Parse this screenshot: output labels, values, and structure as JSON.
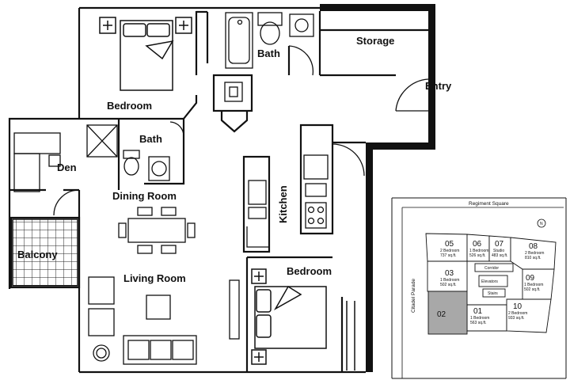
{
  "rooms": {
    "bath_top": "Bath",
    "storage": "Storage",
    "entry": "Entry",
    "bedroom_top": "Bedroom",
    "bath_mid": "Bath",
    "den": "Den",
    "dining": "Dining Room",
    "kitchen": "Kitchen",
    "balcony": "Balcony",
    "living": "Living Room",
    "bedroom_bottom": "Bedroom"
  },
  "keyplan": {
    "street_top": "Regiment Square",
    "street_left": "Citadel Parade",
    "north": "N",
    "corridor": "Corridor",
    "elevators": "Elevators",
    "stairs": "Stairs",
    "highlighted_unit": "02",
    "units": [
      {
        "num": "05",
        "type": "2 Bedroom",
        "area": "737 sq.ft."
      },
      {
        "num": "06",
        "type": "1 Bedroom",
        "area": "526 sq.ft."
      },
      {
        "num": "07",
        "type": "Studio",
        "area": "483 sq.ft."
      },
      {
        "num": "08",
        "type": "2 Bedroom",
        "area": "810 sq.ft."
      },
      {
        "num": "03",
        "type": "1 Bedroom",
        "area": "502 sq.ft."
      },
      {
        "num": "09",
        "type": "1 Bedroom",
        "area": "502 sq.ft."
      },
      {
        "num": "01",
        "type": "1 Bedroom",
        "area": "563 sq.ft."
      },
      {
        "num": "10",
        "type": "2 Bedroom",
        "area": "933 sq.ft."
      }
    ]
  }
}
